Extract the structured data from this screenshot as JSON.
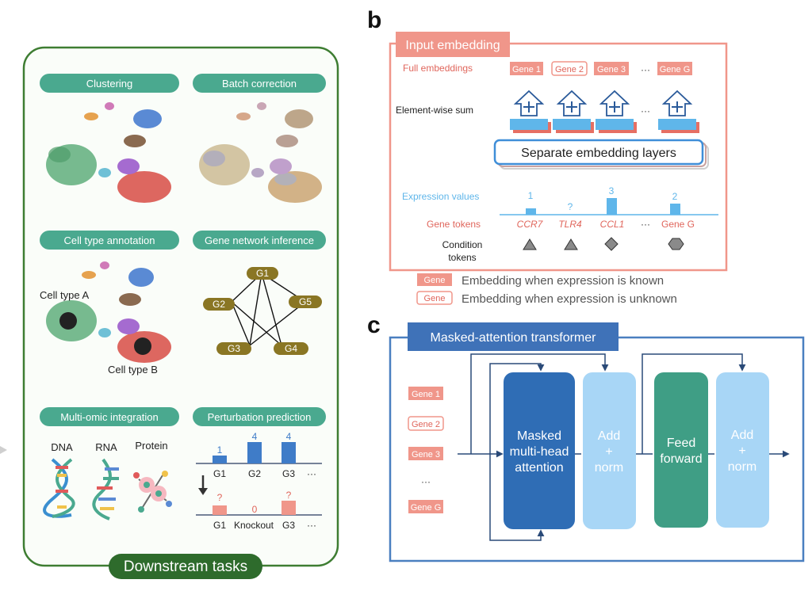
{
  "panel_a": {
    "title": "Downstream tasks",
    "tasks": {
      "clustering": "Clustering",
      "batch": "Batch correction",
      "celltype": "Cell type annotation",
      "gni": "Gene network inference",
      "multiomic": "Multi-omic integration",
      "perturb": "Perturbation prediction"
    },
    "celltype_labels": [
      "Cell type A",
      "Cell type B"
    ],
    "network_nodes": [
      "G1",
      "G2",
      "G5",
      "G3",
      "G4"
    ],
    "omics": [
      "DNA",
      "RNA",
      "Protein"
    ],
    "perturb_top_values": [
      1,
      4,
      4
    ],
    "perturb_top_labels": [
      "G1",
      "G2",
      "G3",
      "···"
    ],
    "perturb_bottom_marks": [
      "?",
      "0",
      "?"
    ],
    "perturb_bottom_labels": [
      "G1",
      "Knockout",
      "G3",
      "···"
    ]
  },
  "panel_b": {
    "letter": "b",
    "title": "Input embedding",
    "full_embeddings": "Full embeddings",
    "genes": [
      "Gene 1",
      "Gene 2",
      "Gene 3",
      "···",
      "Gene G"
    ],
    "element_wise_sum": "Element-wise sum",
    "ellipsis": "···",
    "separate_layers": "Separate embedding layers",
    "expression_values_label": "Expression values",
    "expression_values": [
      "1",
      "?",
      "3",
      "···",
      "2"
    ],
    "gene_tokens_label": "Gene tokens",
    "gene_tokens": [
      "CCR7",
      "TLR4",
      "CCL1",
      "···",
      "Gene G"
    ],
    "condition_tokens_label": [
      "Condition",
      "tokens"
    ],
    "legend": [
      {
        "chip": "Gene",
        "text": "Embedding when expression is known"
      },
      {
        "chip": "Gene",
        "text": "Embedding when expression is unknown"
      }
    ]
  },
  "panel_c": {
    "letter": "c",
    "title": "Masked-attention transformer",
    "genes": [
      "Gene 1",
      "Gene 2",
      "Gene 3",
      "···",
      "Gene G"
    ],
    "block_attention": [
      "Masked",
      "multi-head",
      "attention"
    ],
    "block_addnorm1": [
      "Add",
      "+",
      "norm"
    ],
    "block_ff": [
      "Feed",
      "forward"
    ],
    "block_addnorm2": [
      "Add",
      "+",
      "norm"
    ]
  },
  "colors": {
    "green_border": "#3e7d32",
    "teal_pill": "#4aa98f",
    "salmon": "#f0968a",
    "salmon_dark": "#e0665c",
    "blue_border": "#4a7fc0",
    "blue_light": "#5fb6ea",
    "olive": "#8a7624",
    "dark_blue_block": "#2f6db5",
    "light_blue_block": "#a8d6f6",
    "green_block": "#3f9e85"
  }
}
